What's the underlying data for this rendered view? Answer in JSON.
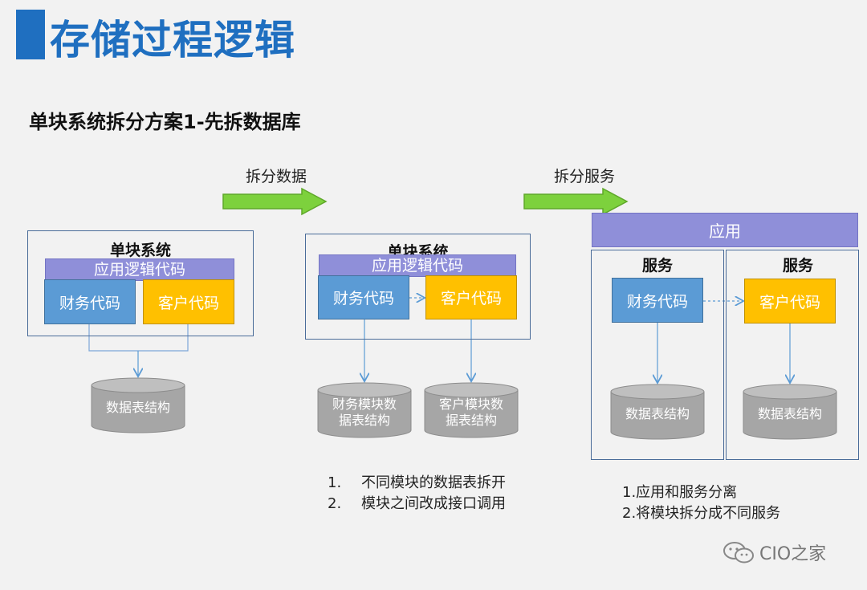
{
  "header": {
    "title": "存储过程逻辑"
  },
  "subtitle": "单块系统拆分方案1-先拆数据库",
  "steps": [
    {
      "label": "拆分数据"
    },
    {
      "label": "拆分服务"
    }
  ],
  "stage1": {
    "system_label": "单块系统",
    "logic_label": "应用逻辑代码",
    "finance_code": "财务代码",
    "customer_code": "客户代码",
    "db": "数据表结构"
  },
  "stage2": {
    "system_label": "单块系统",
    "logic_label": "应用逻辑代码",
    "finance_code": "财务代码",
    "customer_code": "客户代码",
    "db_finance": [
      "财务模块数",
      "据表结构"
    ],
    "db_customer": [
      "客户模块数",
      "据表结构"
    ],
    "notes": [
      {
        "num": "1.",
        "text": "不同模块的数据表拆开"
      },
      {
        "num": "2.",
        "text": "模块之间改成接口调用"
      }
    ]
  },
  "stage3": {
    "app_label": "应用",
    "service_label_left": "服务",
    "service_label_right": "服务",
    "finance_code": "财务代码",
    "customer_code": "客户代码",
    "db_left": "数据表结构",
    "db_right": "数据表结构",
    "notes": [
      "1.应用和服务分离",
      "2.将模块拆分成不同服务"
    ]
  },
  "watermark": "CIO之家",
  "colors": {
    "title_blue": "#1f6fc0",
    "arrow_green": "#7dd13d",
    "logic_purple": "#8f8fd9",
    "code_blue": "#5b9bd5",
    "code_yellow": "#ffc000",
    "db_gray": "#a6a6a6"
  }
}
